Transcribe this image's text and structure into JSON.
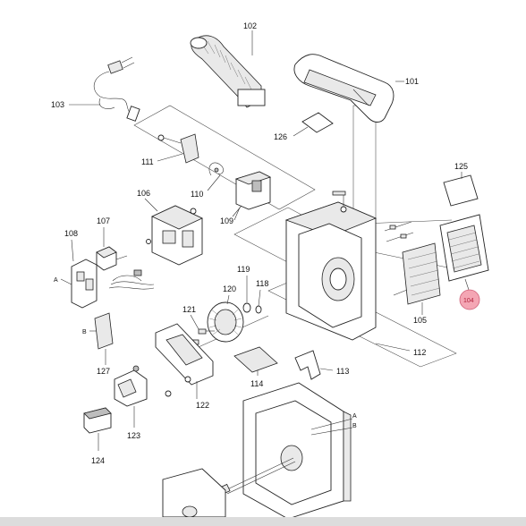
{
  "diagram": {
    "highlight_color": "#f4a6b4",
    "highlight_stroke": "#d06078",
    "callouts": {
      "p101": "101",
      "p102": "102",
      "p103": "103",
      "p104": "104",
      "p105": "105",
      "p106": "106",
      "p107": "107",
      "p108": "108",
      "p109": "109",
      "p110": "110",
      "p111": "111",
      "p112": "112",
      "p113": "113",
      "p114": "114",
      "p118": "118",
      "p119": "119",
      "p120": "120",
      "p121": "121",
      "p122": "122",
      "p123": "123",
      "p124": "124",
      "p125": "125",
      "p126": "126",
      "p127": "127"
    },
    "refs": {
      "a_left": "A",
      "b_left": "B",
      "a_right": "A",
      "b_right": "B"
    }
  }
}
